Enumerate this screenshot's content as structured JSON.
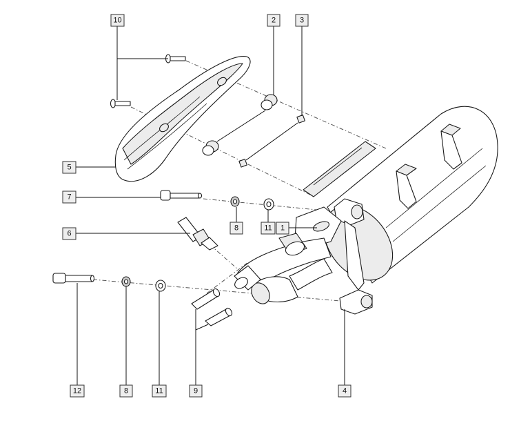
{
  "callouts": {
    "c1": "1",
    "c2": "2",
    "c3": "3",
    "c4": "4",
    "c5": "5",
    "c6": "6",
    "c7": "7",
    "c8a": "8",
    "c8b": "8",
    "c9": "9",
    "c10": "10",
    "c11a": "11",
    "c11b": "11",
    "c12": "12"
  }
}
